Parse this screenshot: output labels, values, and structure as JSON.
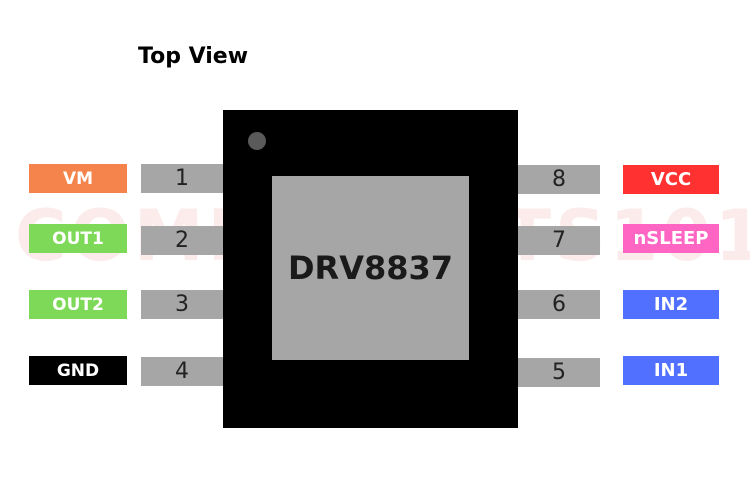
{
  "title": "Top View",
  "watermark": "COMPONENTS101",
  "chip": {
    "part_number": "DRV8837"
  },
  "pins": {
    "p1": {
      "number": "1",
      "name": "VM",
      "color": "#f5844c"
    },
    "p2": {
      "number": "2",
      "name": "OUT1",
      "color": "#7dd957"
    },
    "p3": {
      "number": "3",
      "name": "OUT2",
      "color": "#7dd957"
    },
    "p4": {
      "number": "4",
      "name": "GND",
      "color": "#000000"
    },
    "p5": {
      "number": "5",
      "name": "IN1",
      "color": "#5170ff"
    },
    "p6": {
      "number": "6",
      "name": "IN2",
      "color": "#5170ff"
    },
    "p7": {
      "number": "7",
      "name": "nSLEEP",
      "color": "#ff66c4"
    },
    "p8": {
      "number": "8",
      "name": "VCC",
      "color": "#ff3131"
    }
  }
}
